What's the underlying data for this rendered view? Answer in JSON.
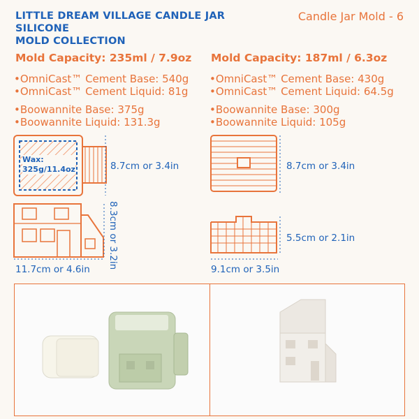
{
  "header": {
    "title_line1": "LITTLE DREAM VILLAGE CANDLE JAR SILICONE",
    "title_line2": "MOLD COLLECTION",
    "tag": "Candle Jar Mold - 6"
  },
  "left": {
    "capacity": "Mold Capacity: 235ml / 7.9oz",
    "spec1": "•OmniCast™ Cement Base: 540g",
    "spec2": "•OmniCast™ Cement  Liquid: 81g",
    "spec3": "•Boowannite Base: 375g",
    "spec4": "•Boowannite Liquid: 131.3g",
    "wax_label": "Wax:",
    "wax_value": "325g/11.4oz",
    "dim_height_top": "8.7cm or 3.4in",
    "dim_height_front": "8.3cm or 3.2in",
    "dim_width": "11.7cm or 4.6in"
  },
  "right": {
    "capacity": "Mold Capacity: 187ml / 6.3oz",
    "spec1": "•OmniCast™ Cement Base: 430g",
    "spec2": "•OmniCast™ Cement  Liquid: 64.5g",
    "spec3": "•Boowannite Base: 300g",
    "spec4": "•Boowannite Liquid: 105g",
    "dim_height_top": "8.7cm or 3.4in",
    "dim_height_front": "5.5cm or 2.1in",
    "dim_width": "9.1cm or 3.5in"
  },
  "colors": {
    "orange": "#e8743b",
    "blue": "#1f62b8",
    "background": "#fbf8f3",
    "mold_green": "#c9d6b8"
  },
  "photos": {
    "left": "silicone-mold-and-candle-photo",
    "right": "house-candle-jar-photo"
  }
}
